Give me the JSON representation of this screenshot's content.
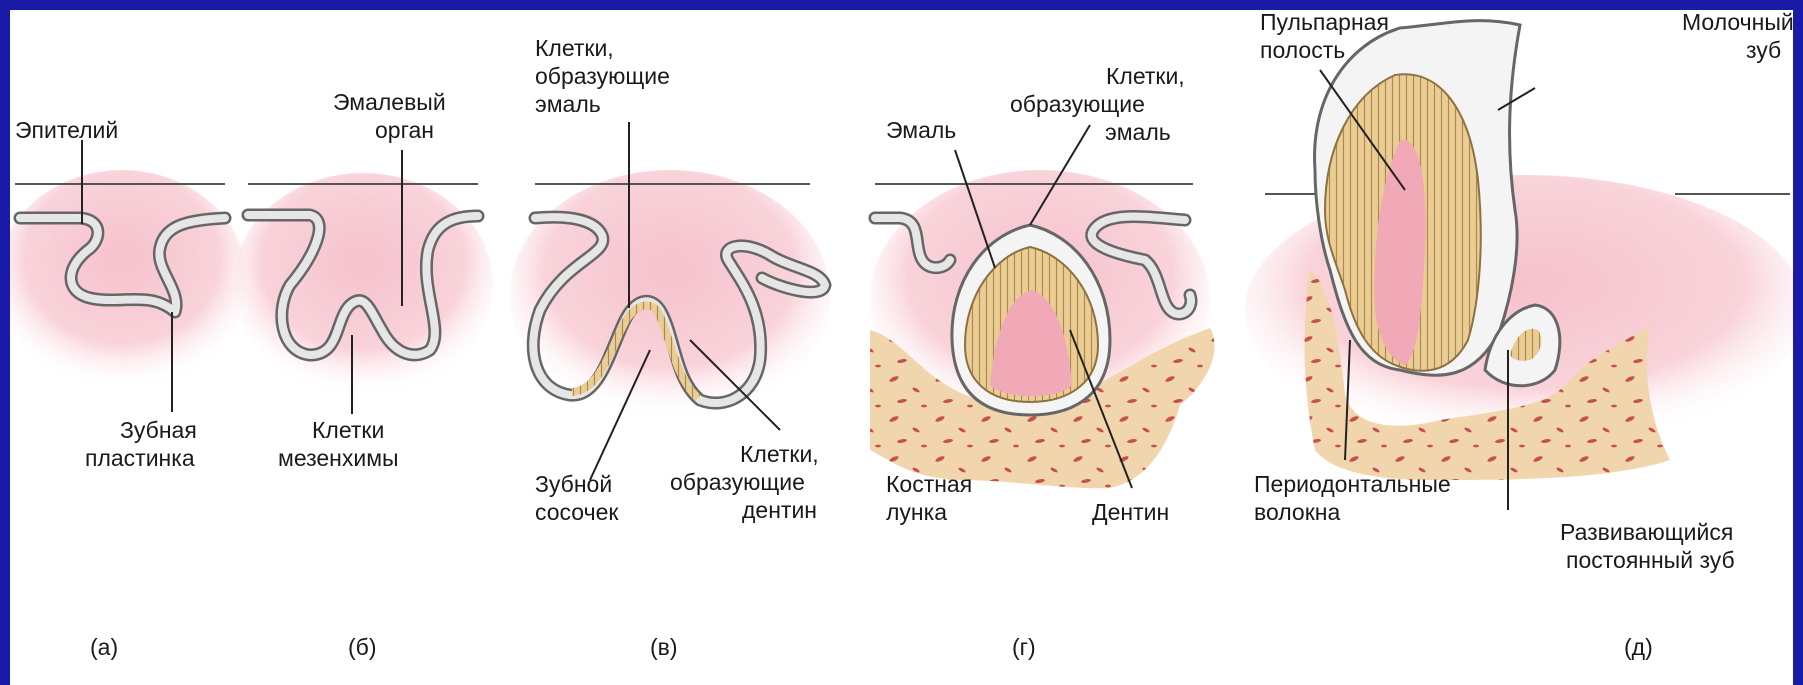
{
  "panels": {
    "a": {
      "letter": "(а)",
      "epithelium": "Эпителий",
      "plate_l1": "Зубная",
      "plate_l2": "пластинка"
    },
    "b": {
      "letter": "(б)",
      "organ_l1": "Эмалевый",
      "organ_l2": "орган",
      "mes_l1": "Клетки",
      "mes_l2": "мезенхимы"
    },
    "c": {
      "letter": "(в)",
      "enamel_cells_l1": "Клетки,",
      "enamel_cells_l2": "образующие",
      "enamel_cells_l3": "эмаль",
      "papilla_l1": "Зубной",
      "papilla_l2": "сосочек",
      "dentin_cells_l1": "Клетки,",
      "dentin_cells_l2": "образующие",
      "dentin_cells_l3": "дентин"
    },
    "d": {
      "letter": "(г)",
      "enamel": "Эмаль",
      "enamel_cells_l1": "Клетки,",
      "enamel_cells_l2": "образующие",
      "enamel_cells_l3": "эмаль",
      "socket_l1": "Костная",
      "socket_l2": "лунка",
      "dentin": "Дентин"
    },
    "e": {
      "letter": "(д)",
      "pulp_l1": "Пульпарная",
      "pulp_l2": "полость",
      "milk_l1": "Молочный",
      "milk_l2": "зуб",
      "perio_l1": "Периодонтальные",
      "perio_l2": "волокна",
      "perm_l1": "Развивающийся",
      "perm_l2": "постоянный зуб"
    }
  },
  "colors": {
    "frame": "#1a1aa8",
    "tissue": "#f7cbd4",
    "enamel": "#e9c98e",
    "bone": "#f0d3a8",
    "bone_spots": "#c24a4a"
  }
}
